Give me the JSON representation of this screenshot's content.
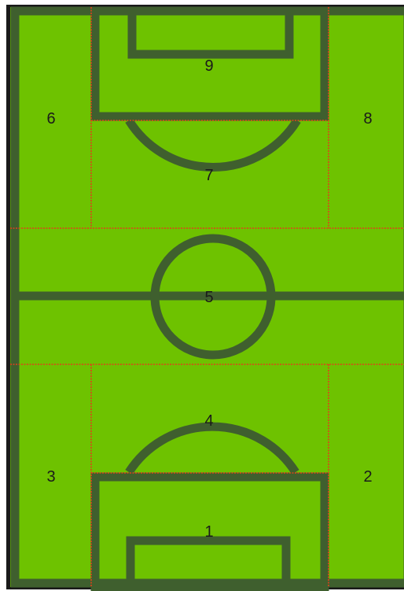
{
  "pitch": {
    "colors": {
      "grass": "#6ec200",
      "lines": "#3f5f2e",
      "zone_border": "#e0401a",
      "outer_border": "#1a1a1a"
    },
    "zones": [
      {
        "id": "zone-1",
        "label": "1"
      },
      {
        "id": "zone-2",
        "label": "2"
      },
      {
        "id": "zone-3",
        "label": "3"
      },
      {
        "id": "zone-4",
        "label": "4"
      },
      {
        "id": "zone-5",
        "label": "5"
      },
      {
        "id": "zone-6",
        "label": "6"
      },
      {
        "id": "zone-7",
        "label": "7"
      },
      {
        "id": "zone-8",
        "label": "8"
      },
      {
        "id": "zone-9",
        "label": "9"
      }
    ]
  }
}
